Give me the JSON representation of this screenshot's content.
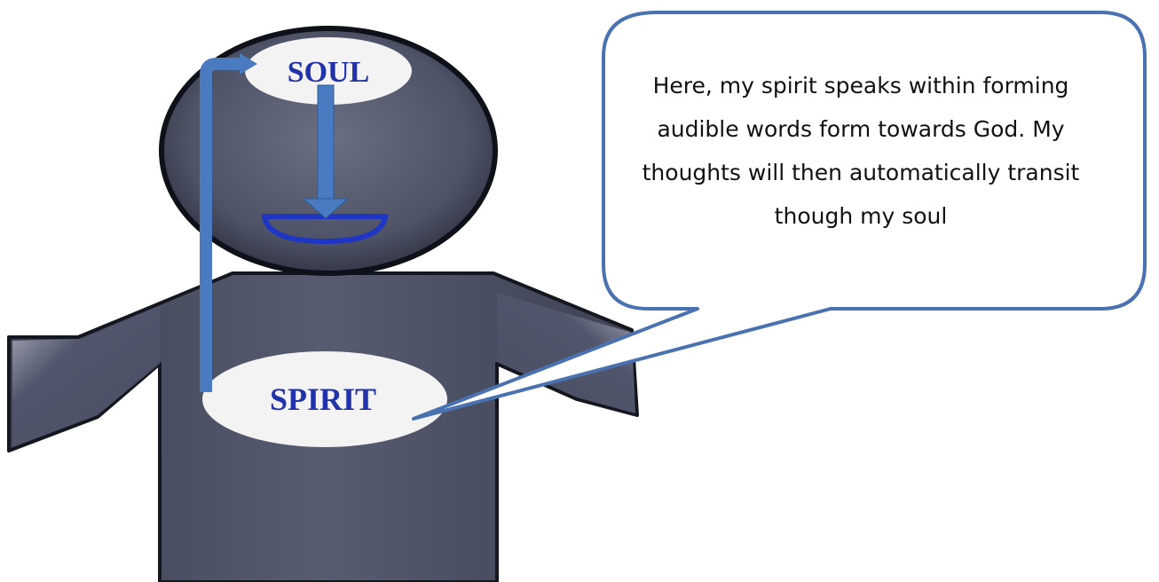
{
  "diagram": {
    "soul_label": "SOUL",
    "spirit_label": "SPIRIT",
    "speech_bubble_text": "Here, my spirit speaks within forming audible words form towards God. My thoughts will then automatically transit though my soul"
  },
  "colors": {
    "figure_fill": "#4f5468",
    "figure_edge": "#15171f",
    "label_text": "#2233aa",
    "arrow": "#4a7abf",
    "mouth": "#1f35c4",
    "bubble_border": "#4a72b0"
  }
}
